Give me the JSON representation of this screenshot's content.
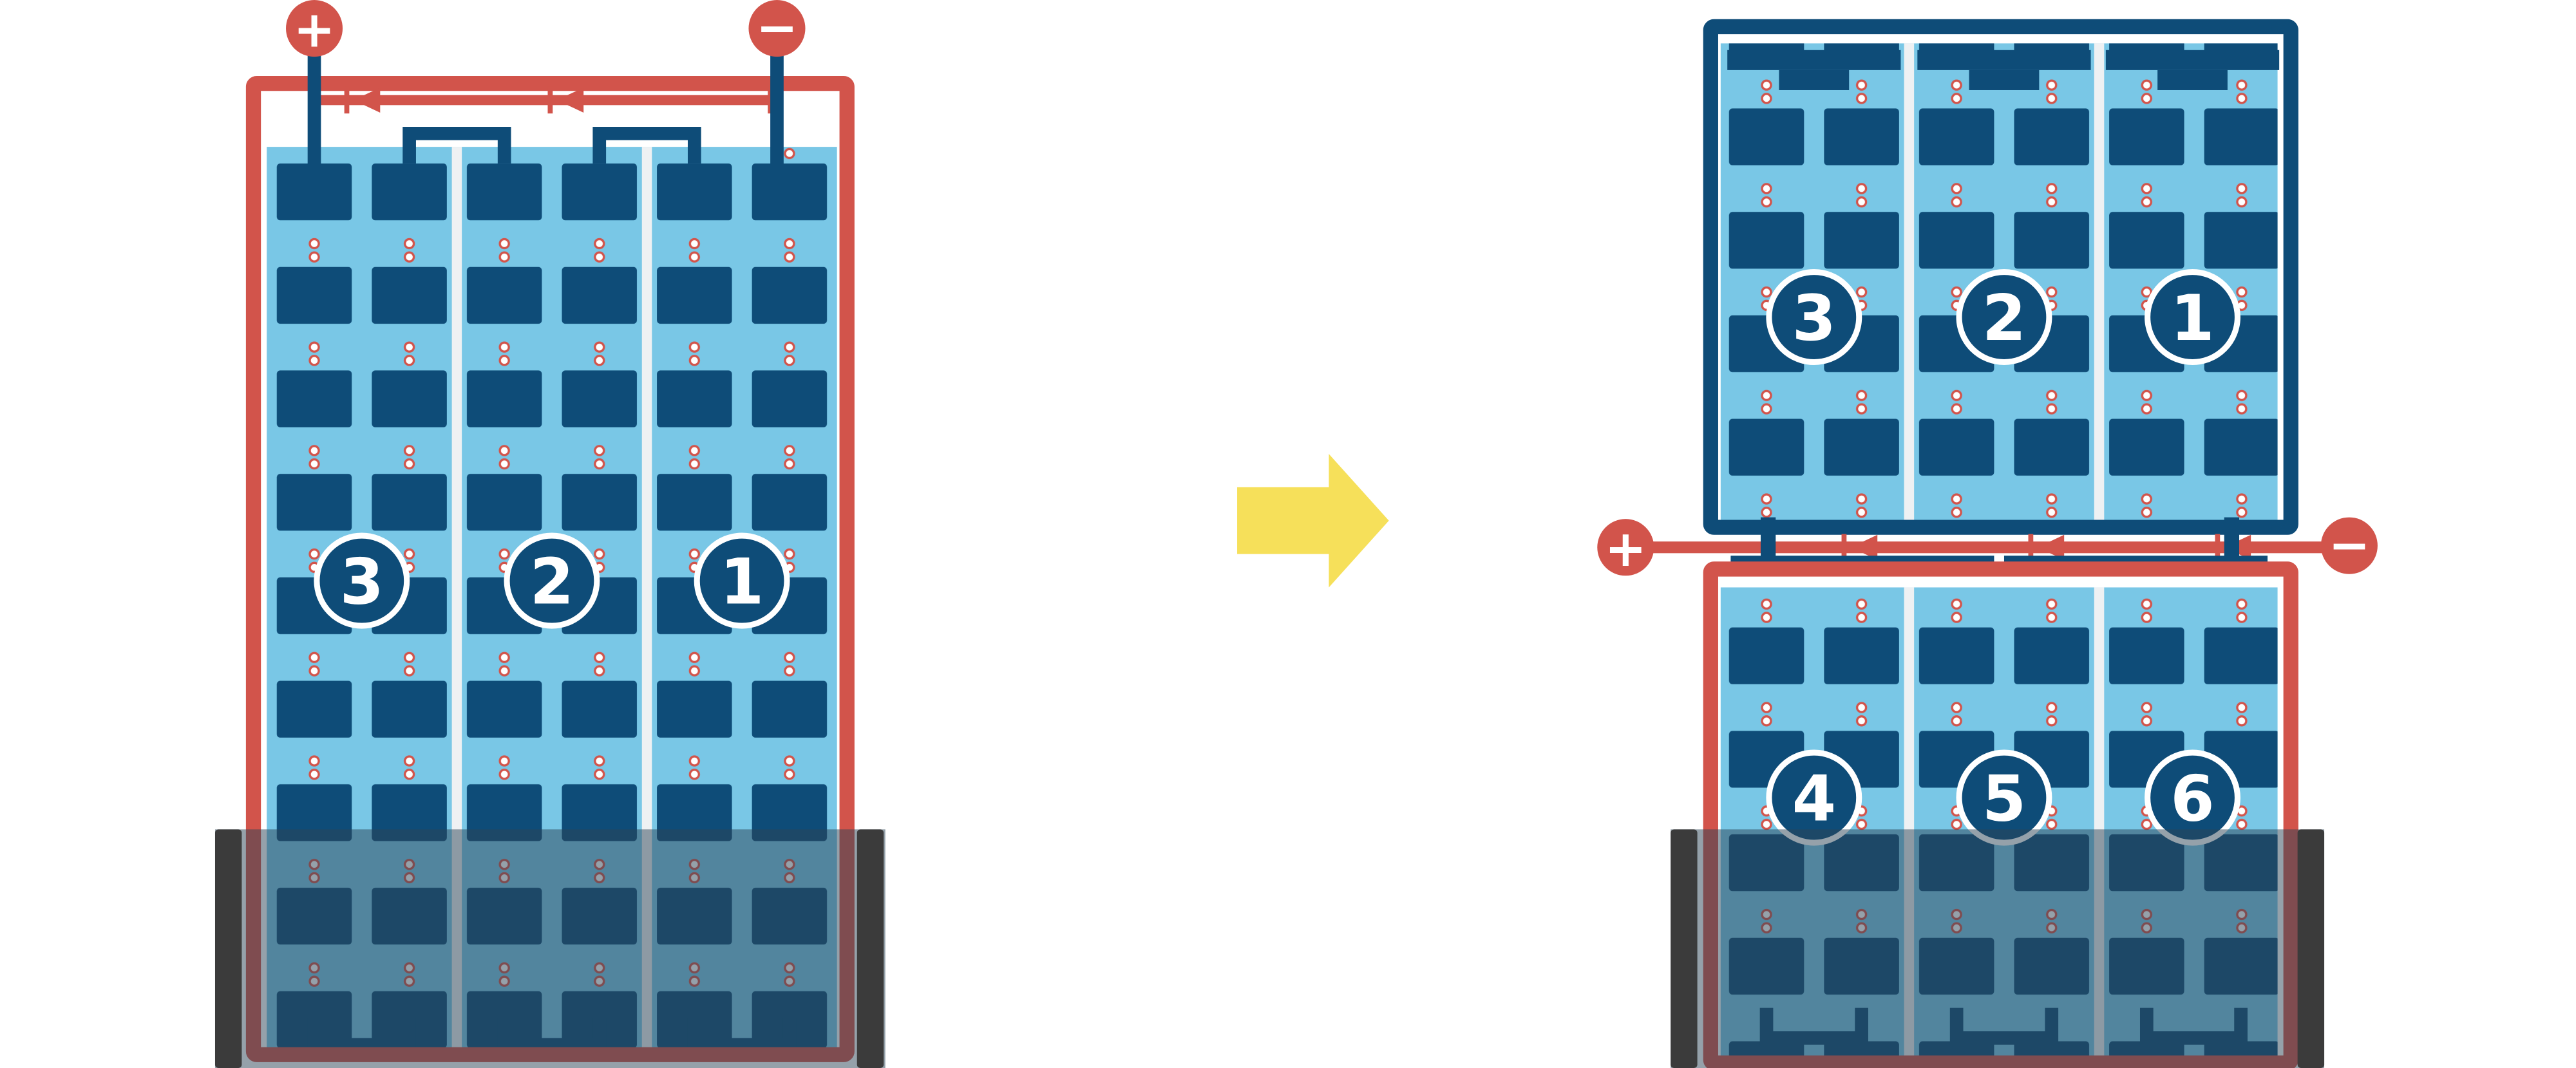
{
  "colors": {
    "navy": "#0e4c78",
    "red": "#d2544b",
    "blue": "#79c7e6",
    "yellow": "#f6e05a",
    "rail": "#3b3b3b",
    "flood": "#2c4456",
    "sep": "#eef1f3"
  },
  "before": {
    "plus": "+",
    "minus": "−",
    "labels": [
      "3",
      "2",
      "1"
    ]
  },
  "after": {
    "plus": "+",
    "minus": "−",
    "top_labels": [
      "3",
      "2",
      "1"
    ],
    "bottom_labels": [
      "4",
      "5",
      "6"
    ]
  }
}
